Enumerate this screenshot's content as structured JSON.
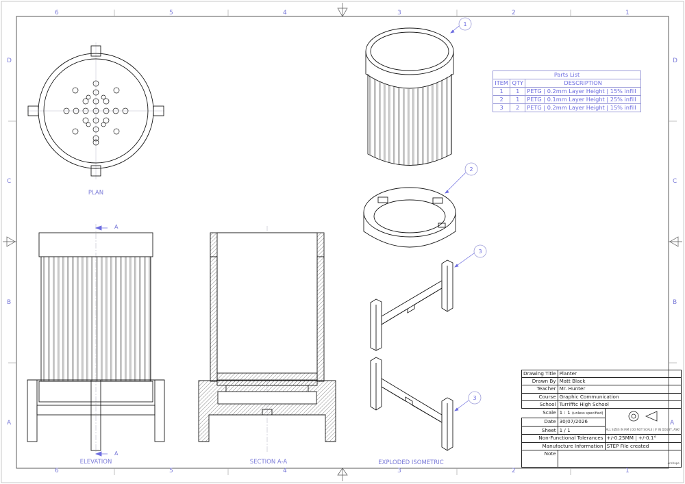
{
  "border_zones": {
    "columns": [
      "6",
      "5",
      "4",
      "3",
      "2",
      "1"
    ],
    "rows": [
      "D",
      "C",
      "B",
      "A"
    ]
  },
  "views": {
    "plan": "PLAN",
    "elevation": "ELEVATION",
    "section": "SECTION A-A",
    "exploded": "EXPLODED ISOMETRIC",
    "section_marker": "A"
  },
  "balloons": [
    "1",
    "2",
    "3",
    "3"
  ],
  "parts_list": {
    "title": "Parts List",
    "headers": [
      "ITEM",
      "QTY",
      "DESCRIPTION"
    ],
    "rows": [
      {
        "item": "1",
        "qty": "1",
        "description": "PETG | 0.2mm Layer Height | 15% infill"
      },
      {
        "item": "2",
        "qty": "1",
        "description": "PETG | 0.1mm Layer Height | 25% infill"
      },
      {
        "item": "3",
        "qty": "2",
        "description": "PETG | 0.2mm Layer Height | 15% infill"
      }
    ]
  },
  "title_block": {
    "drawing_title_label": "Drawing Title",
    "drawing_title": "Planter",
    "drawn_by_label": "Drawn By",
    "drawn_by": "Matt Black",
    "teacher_label": "Teacher",
    "teacher": "Mr. Hunter",
    "course_label": "Course",
    "course": "Graphic Communication",
    "school_label": "School",
    "school": "Turrifftc High School",
    "scale_label": "Scale",
    "scale": "1 : 1",
    "scale_note": "(unless specified)",
    "date_label": "Date",
    "date": "30/07/2026",
    "sheet_label": "Sheet",
    "sheet": "1 / 1",
    "projection_note": "ALL SIZES IN MM | DO NOT SCALE | IF IN DOUBT, ASK!",
    "tolerances_label": "Non-Functional Tolerances",
    "tolerances": "+/-0.25MM | +/-0.1°",
    "manufacture_label": "Manufacture Information",
    "manufacture": "STEP File created",
    "note_label": "Note",
    "footer": "onshape"
  },
  "colors": {
    "line": "#1a1a1a",
    "annotation": "#6c6ce0",
    "centerline": "#9a9ae0"
  }
}
